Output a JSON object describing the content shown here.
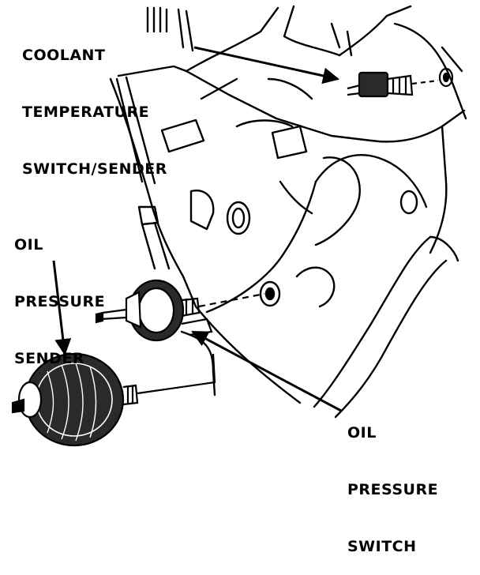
{
  "callouts": {
    "coolant": [
      "COOLANT",
      "TEMPERATURE",
      "SWITCH/SENDER"
    ],
    "oil_sender": [
      "OIL",
      "PRESSURE",
      "SENDER"
    ],
    "oil_switch": [
      "OIL",
      "PRESSURE",
      "SWITCH"
    ]
  },
  "colors": {
    "ink": "#000000",
    "paper": "#ffffff",
    "shade": "#2a2a2a"
  }
}
